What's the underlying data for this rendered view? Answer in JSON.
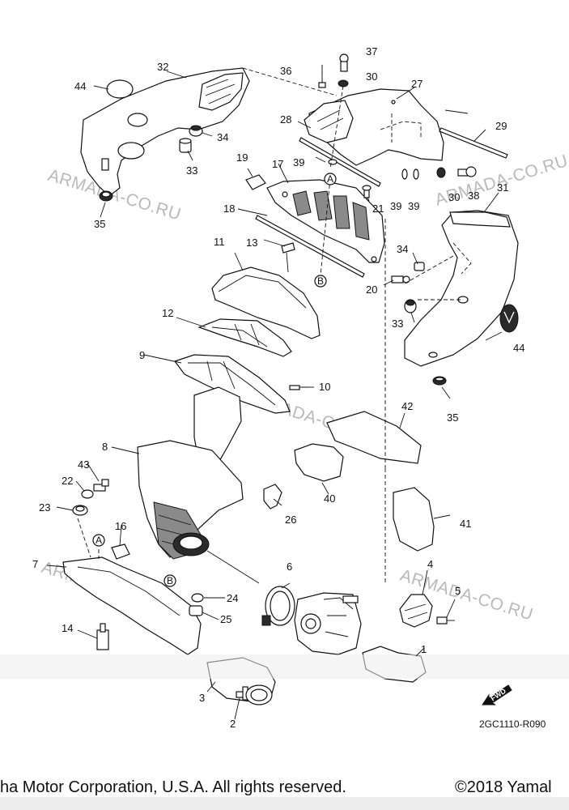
{
  "watermarks": [
    "ARMADA-CO.RU",
    "ARMADA-CO.RU",
    "ARMADA-CO.RU",
    "ARMADA-CO.RU",
    "ARMADA-CO.RU"
  ],
  "parts": {
    "p1": "1",
    "p2": "2",
    "p3": "3",
    "p4": "4",
    "p5": "5",
    "p6": "6",
    "p7": "7",
    "p8": "8",
    "p9": "9",
    "p10": "10",
    "p11": "11",
    "p12": "12",
    "p13": "13",
    "p14": "14",
    "p16": "16",
    "p17": "17",
    "p18": "18",
    "p19": "19",
    "p20": "20",
    "p21": "21",
    "p22": "22",
    "p23": "23",
    "p24": "24",
    "p25": "25",
    "p26": "26",
    "p27": "27",
    "p29": "29",
    "p30": "30",
    "p31": "31",
    "p32": "32",
    "p33": "33",
    "p34": "34",
    "p35": "35",
    "p36": "36",
    "p37": "37",
    "p38": "38",
    "p39": "39",
    "p40": "40",
    "p41": "41",
    "p42": "42",
    "p43": "43",
    "p44": "44",
    "p28": "28"
  },
  "refs": {
    "a": "A",
    "b": "B"
  },
  "diagram_code": "2GC1110-R090",
  "fwd_label": "FWD",
  "copyright_left": "ha Motor Corporation, U.S.A. All rights reserved.",
  "copyright_right": "©2018 Yamal"
}
